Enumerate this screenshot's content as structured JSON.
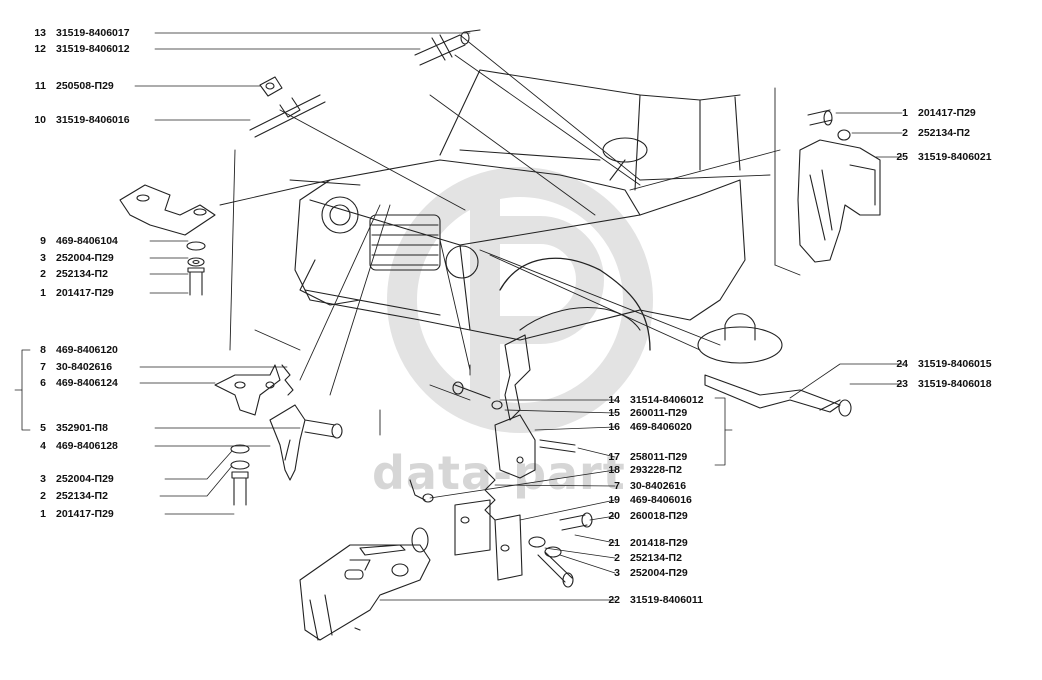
{
  "watermark": {
    "text": "data-part",
    "color": "#cfcfcf"
  },
  "callouts": {
    "c13": {
      "num": "13",
      "part": "31519-8406017"
    },
    "c12": {
      "num": "12",
      "part": "31519-8406012"
    },
    "c11": {
      "num": "11",
      "part": "250508-П29"
    },
    "c10": {
      "num": "10",
      "part": "31519-8406016"
    },
    "c9": {
      "num": "9",
      "part": "469-8406104"
    },
    "c3a": {
      "num": "3",
      "part": "252004-П29"
    },
    "c2a": {
      "num": "2",
      "part": "252134-П2"
    },
    "c1a": {
      "num": "1",
      "part": "201417-П29"
    },
    "c8": {
      "num": "8",
      "part": "469-8406120"
    },
    "c7a": {
      "num": "7",
      "part": "30-8402616"
    },
    "c6": {
      "num": "6",
      "part": "469-8406124"
    },
    "c5": {
      "num": "5",
      "part": "352901-П8"
    },
    "c4": {
      "num": "4",
      "part": "469-8406128"
    },
    "c3b": {
      "num": "3",
      "part": "252004-П29"
    },
    "c2b": {
      "num": "2",
      "part": "252134-П2"
    },
    "c1b": {
      "num": "1",
      "part": "201417-П29"
    },
    "r1": {
      "num": "1",
      "part": "201417-П29"
    },
    "r2": {
      "num": "2",
      "part": "252134-П2"
    },
    "r25": {
      "num": "25",
      "part": "31519-8406021"
    },
    "r24": {
      "num": "24",
      "part": "31519-8406015"
    },
    "r23": {
      "num": "23",
      "part": "31519-8406018"
    },
    "m14": {
      "num": "14",
      "part": "31514-8406012"
    },
    "m15": {
      "num": "15",
      "part": "260011-П29"
    },
    "m16": {
      "num": "16",
      "part": "469-8406020"
    },
    "m17": {
      "num": "17",
      "part": "258011-П29"
    },
    "m18": {
      "num": "18",
      "part": "293228-П2"
    },
    "m7": {
      "num": "7",
      "part": "30-8402616"
    },
    "m19": {
      "num": "19",
      "part": "469-8406016"
    },
    "m20": {
      "num": "20",
      "part": "260018-П29"
    },
    "m21": {
      "num": "21",
      "part": "201418-П29"
    },
    "m2": {
      "num": "2",
      "part": "252134-П2"
    },
    "m3": {
      "num": "3",
      "part": "252004-П29"
    },
    "m22": {
      "num": "22",
      "part": "31519-8406011"
    }
  }
}
